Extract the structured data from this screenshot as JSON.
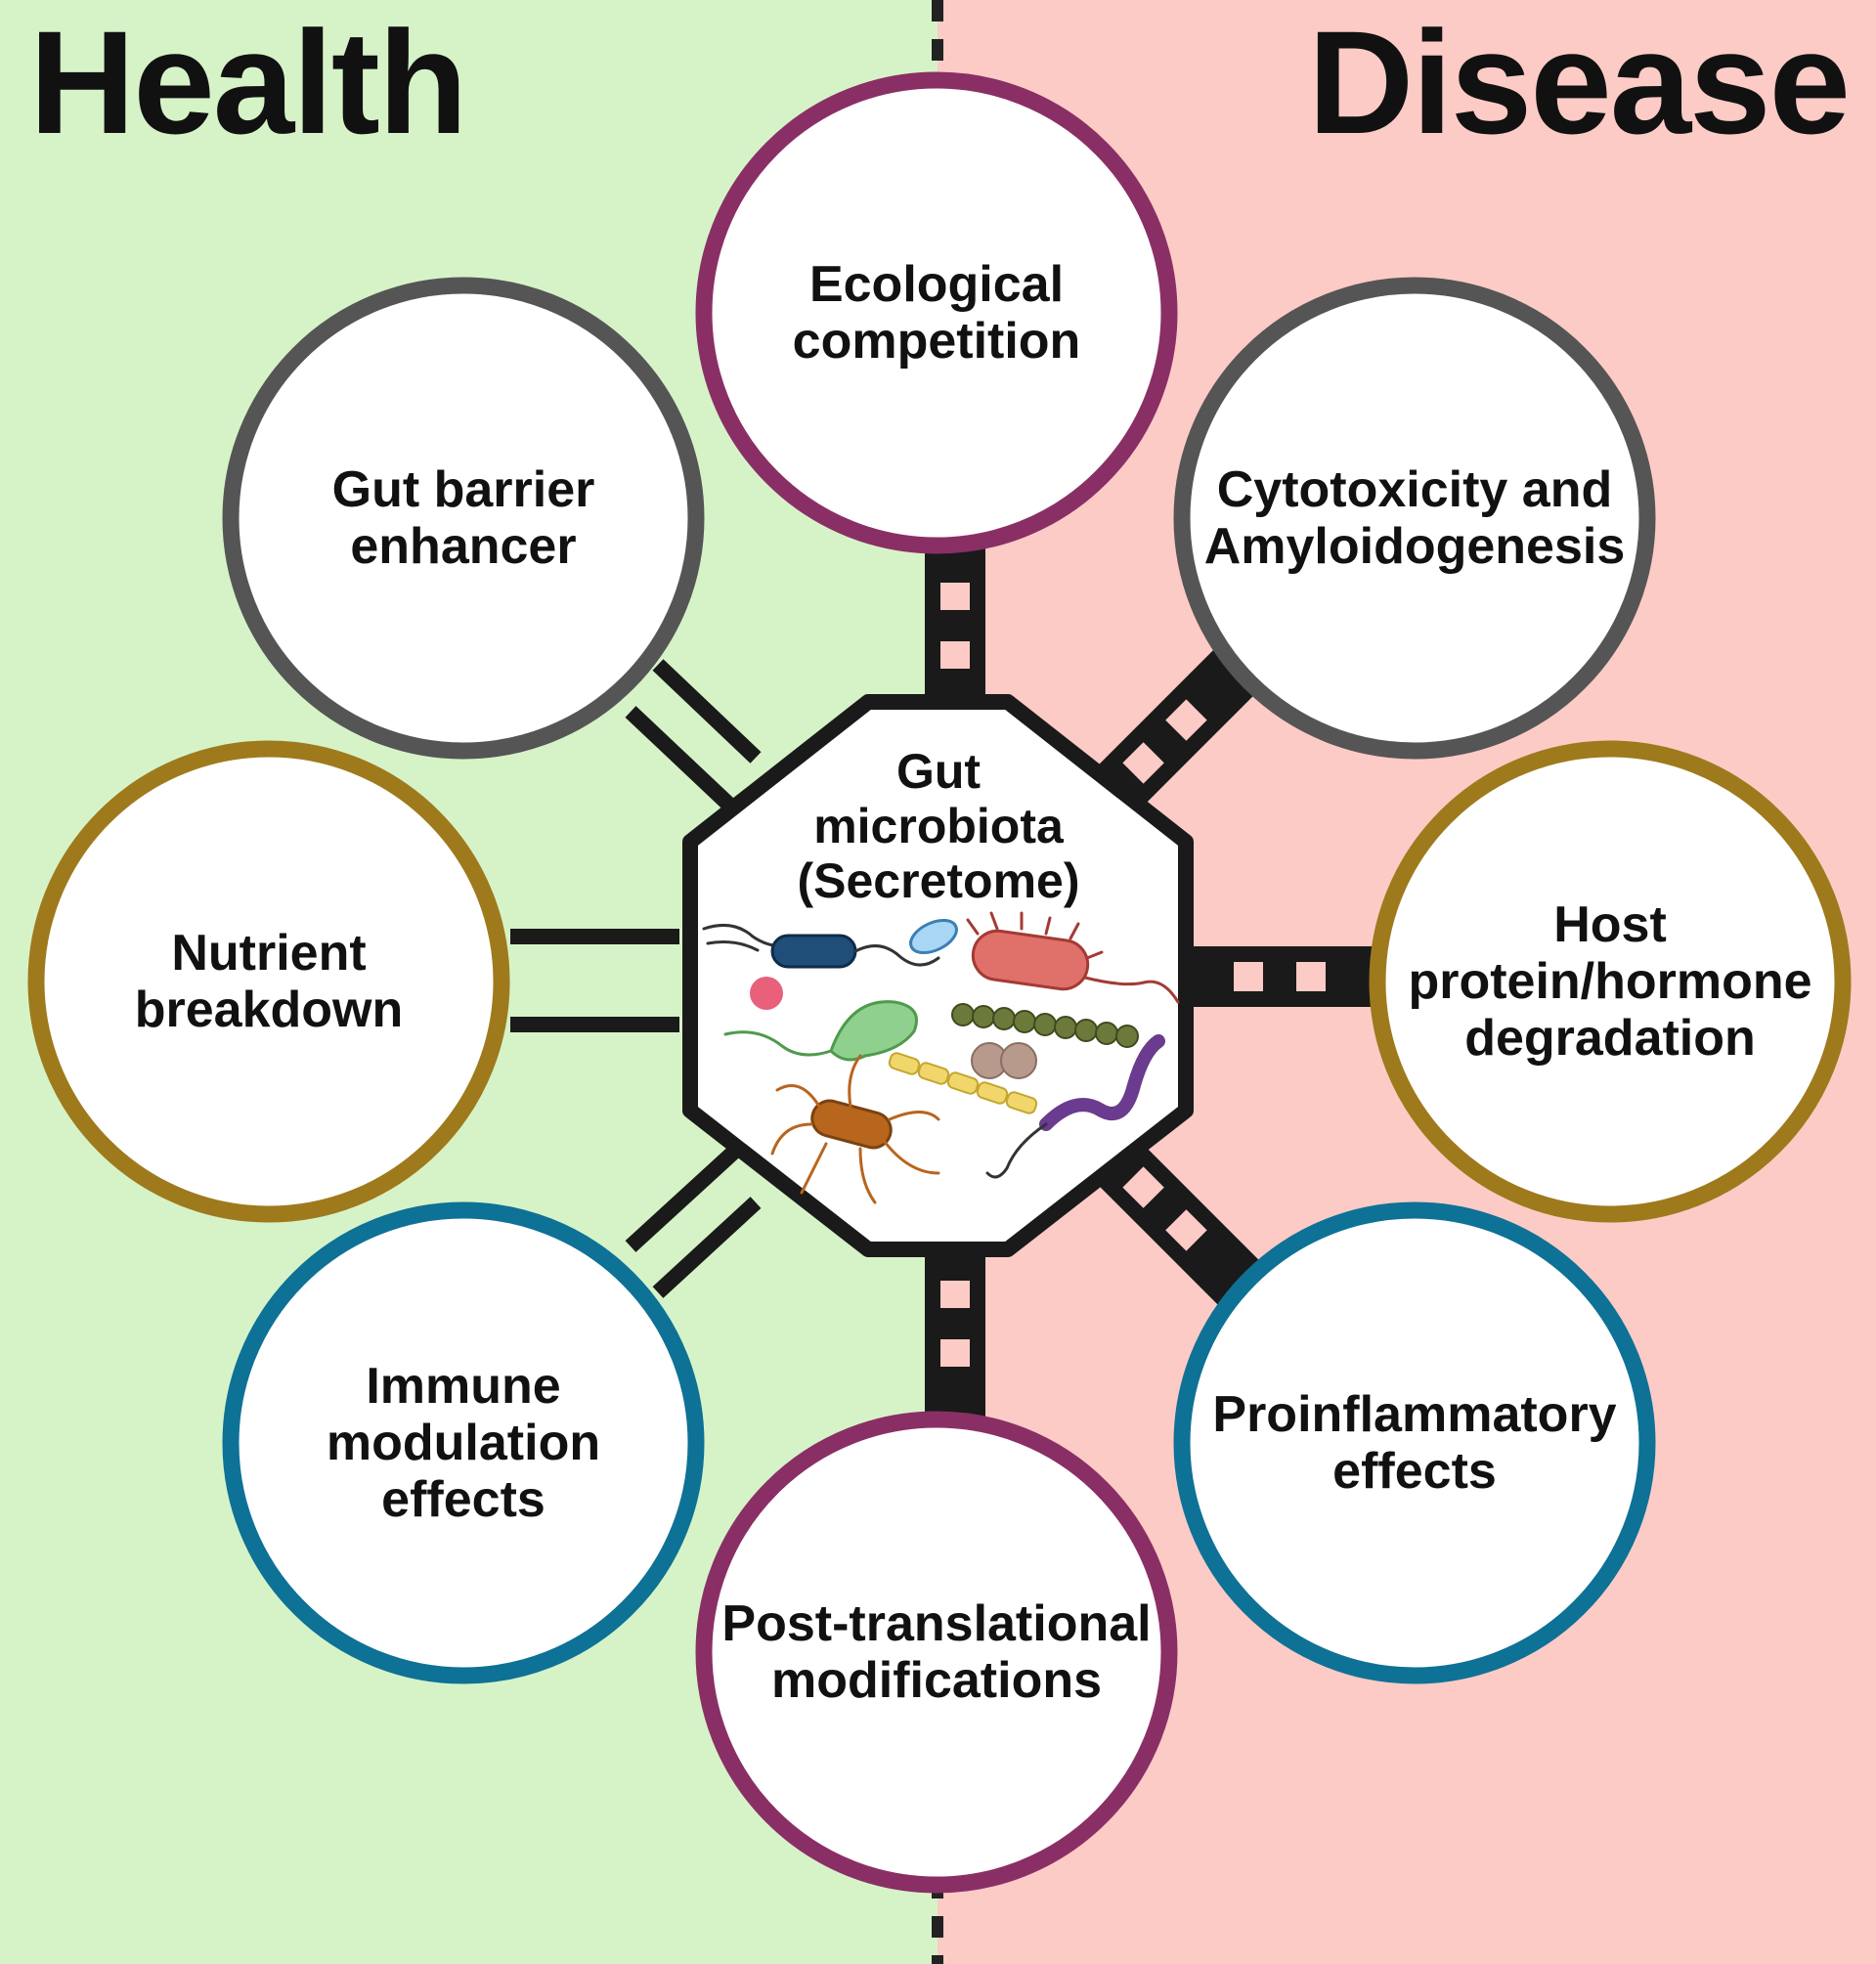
{
  "headings": {
    "left": "Health",
    "right": "Disease"
  },
  "center": {
    "label": "Gut\nmicrobiota\n(Secretome)"
  },
  "nodes": {
    "ecological_competition": "Ecological\ncompetition",
    "gut_barrier_enhancer": "Gut barrier\nenhancer",
    "cytotoxicity": "Cytotoxicity and\nAmyloidogenesis",
    "nutrient_breakdown": "Nutrient\nbreakdown",
    "host_protein_degradation": "Host\nprotein/hormone\ndegradation",
    "immune_modulation": "Immune\nmodulation\neffects",
    "proinflammatory": "Proinflammatory\neffects",
    "post_translational": "Post-translational\nmodifications"
  },
  "colors": {
    "health_background": "#d6f3c8",
    "disease_background": "#fccbc6",
    "purple_ring": "#8a2f66",
    "gray_ring": "#555555",
    "gold_ring": "#9e7a1c",
    "blue_ring": "#0e7196",
    "connector": "#1a1a1a"
  },
  "icons": [
    "bacteria-cluster-icon"
  ]
}
